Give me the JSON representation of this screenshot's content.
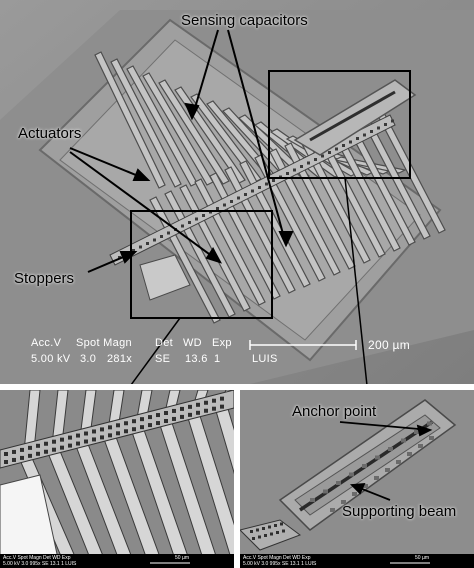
{
  "labels": {
    "sensing_capacitors": "Sensing capacitors",
    "actuators": "Actuators",
    "stoppers": "Stoppers",
    "anchor_point": "Anchor point",
    "supporting_beam": "Supporting beam"
  },
  "main_databar": {
    "row1": [
      "Acc.V",
      "Spot Magn",
      "Det",
      "WD",
      "Exp"
    ],
    "row2": [
      "5.00 kV",
      "3.0",
      "281x",
      "SE",
      "13.6",
      "1",
      "LUIS"
    ],
    "scale": "200 µm"
  },
  "inset_databar": {
    "row1": "Acc.V  Spot Magn   Det  WD  Exp",
    "left_row2": "5.00 kV 3.0  995x   SE  13.1  1    LUIS",
    "right_row2": "5.00 kV 3.0  995x   SE  13.1  1    LUIS",
    "scale": "50 µm"
  },
  "colors": {
    "background": "#8c8c8c",
    "structure": "#b5b5b5",
    "shadow": "#5a5a5a"
  }
}
